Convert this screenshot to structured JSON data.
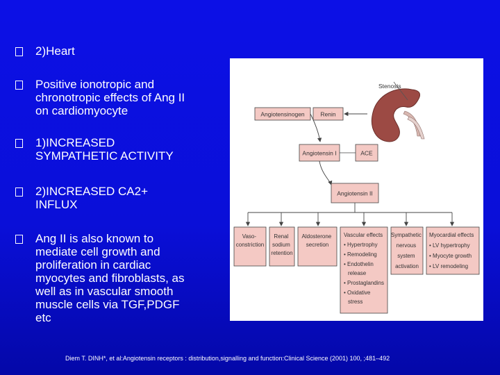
{
  "bullets": [
    {
      "text": "2)Heart"
    },
    {
      "text": "Positive ionotropic and\nchronotropic effects of Ang II\non cardiomyocyte"
    },
    {
      "text": "1)INCREASED\nSYMPATHETIC ACTIVITY"
    },
    {
      "text": "2)INCREASED CA2+\nINFLUX"
    },
    {
      "text": "Ang II is also known to\nmediate cell growth and\nproliferation in cardiac\nmyocytes and fibroblasts, as\nwell as in vascular smooth\nmuscle cells via TGF,PDGF\netc"
    }
  ],
  "bullet_icon": "checkbox-square-icon",
  "figure": {
    "stenosis": "Stenosis",
    "angiotensinogen": "Angiotensinogen",
    "renin": "Renin",
    "angiotensin1": "Angiotensin I",
    "ace": "ACE",
    "angiotensin2": "Angiotensin II",
    "effects": [
      {
        "lines": [
          "Vaso-",
          "constriction"
        ]
      },
      {
        "lines": [
          "Renal",
          "sodium",
          "retention"
        ]
      },
      {
        "lines": [
          "Aldosterone",
          "secretion"
        ]
      },
      {
        "lines": [
          "Vascular effects",
          "• Hypertrophy",
          "• Remodeling",
          "• Endothelin",
          "release",
          "• Prostaglandins",
          "• Oxidative",
          "stress"
        ]
      },
      {
        "lines": [
          "Sympathetic",
          "nervous",
          "system",
          "activation"
        ]
      },
      {
        "lines": [
          "Myocardial effects",
          "• LV hypertrophy",
          "• Myocyte growth",
          "• LV remodeling"
        ]
      }
    ],
    "colors": {
      "box_fill": "#f4c9c4",
      "box_stroke": "#444444",
      "kidney": "#9c4a44"
    }
  },
  "citation": "Diem T. DINH*, et al:Angiotensin receptors : distribution,signalling and function:Clinical Science (2001) 100, ;481–492"
}
